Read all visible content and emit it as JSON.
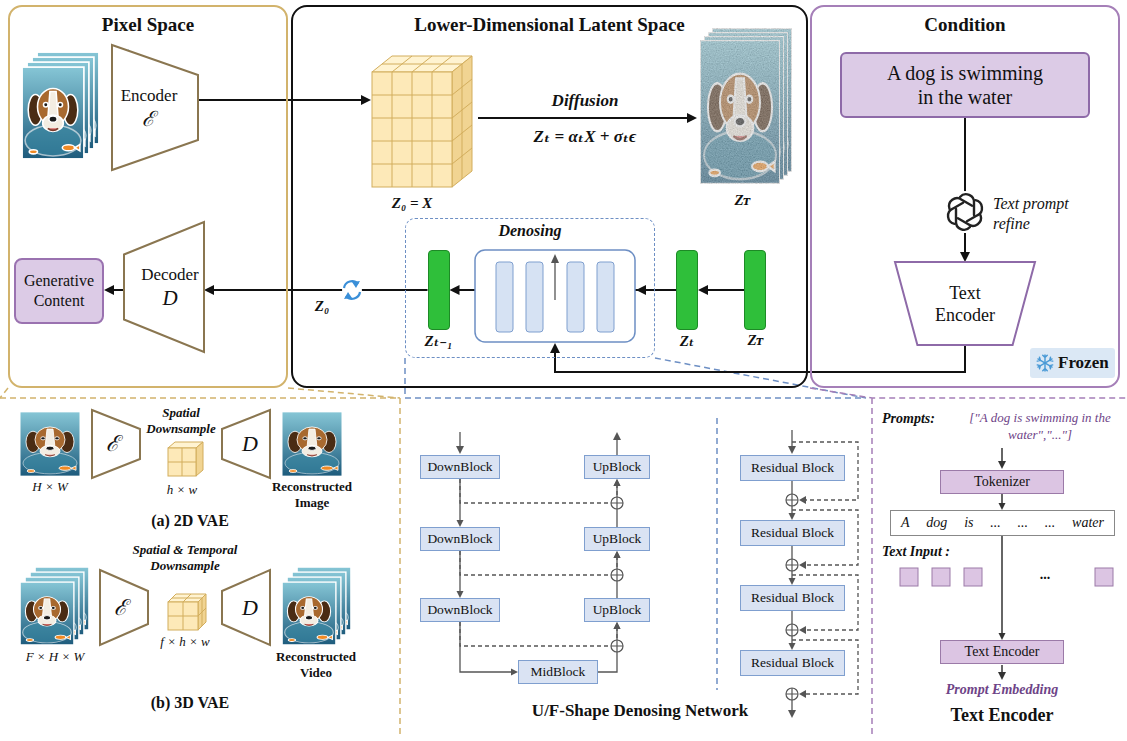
{
  "diagram": {
    "nodes": [
      {
        "text": [
          "Pixel Space"
        ]
      },
      {
        "text": [
          "Encoder",
          "ℰ"
        ],
        "in": 0
      },
      {
        "text": [
          "Decoder",
          "D"
        ],
        "in": 0
      },
      {
        "text": [
          "Generative Content"
        ],
        "in": 0
      },
      {
        "text": [
          "Lower-Dimensional Latent Space"
        ]
      },
      {
        "text": [
          "Denosing"
        ],
        "in": 4
      },
      {
        "text": [
          "Zₜ₋₁"
        ],
        "in": 5
      },
      {
        "text": [
          "Zₜ"
        ],
        "in": 4
      },
      {
        "text": [
          "Zᴛ"
        ],
        "in": 4
      },
      {
        "text": [
          "Condition"
        ]
      },
      {
        "text": [
          "A dog is swimming in the water"
        ],
        "in": 9
      },
      {
        "text": [
          "Text Encoder"
        ],
        "in": 9
      },
      {
        "text": [
          "ℰ"
        ]
      },
      {
        "text": [
          "D"
        ]
      },
      {
        "text": [
          "ℰ"
        ]
      },
      {
        "text": [
          "D"
        ]
      },
      {
        "text": [
          "DownBlock"
        ]
      },
      {
        "text": [
          "UpBlock"
        ]
      },
      {
        "text": [
          "DownBlock"
        ]
      },
      {
        "text": [
          "UpBlock"
        ]
      },
      {
        "text": [
          "DownBlock"
        ]
      },
      {
        "text": [
          "UpBlock"
        ]
      },
      {
        "text": [
          "MidBlock"
        ]
      },
      {
        "text": [
          "Residual Block"
        ]
      },
      {
        "text": [
          "Residual Block"
        ]
      },
      {
        "text": [
          "Residual Block"
        ]
      },
      {
        "text": [
          "Residual Block"
        ]
      },
      {
        "text": [
          "Tokenizer"
        ]
      },
      {
        "text": [
          "A",
          "dog",
          "is",
          "...",
          "...",
          "...",
          "water"
        ]
      },
      {
        "text": [
          "Text Encoder"
        ]
      }
    ],
    "edges": [
      {
        "from": 8,
        "to": 7,
        "arrow": "to"
      },
      {
        "from": 7,
        "to": 6,
        "arrow": "to"
      },
      {
        "from": 6,
        "to": 2,
        "arrow": "to",
        "label": "Z₀"
      },
      {
        "from": 2,
        "to": 3,
        "arrow": "to"
      },
      {
        "from": 10,
        "to": 11,
        "arrow": "to"
      },
      {
        "from": 16,
        "to": 18,
        "arrow": "to"
      },
      {
        "from": 18,
        "to": 20,
        "arrow": "to"
      },
      {
        "from": 20,
        "to": 22,
        "arrow": "to"
      },
      {
        "from": 22,
        "to": 21,
        "arrow": "to"
      },
      {
        "from": 21,
        "to": 19,
        "arrow": "to"
      },
      {
        "from": 19,
        "to": 17,
        "arrow": "to"
      },
      {
        "from": 16,
        "to": 17,
        "arrow": "to"
      },
      {
        "from": 18,
        "to": 19,
        "arrow": "to"
      },
      {
        "from": 20,
        "to": 21,
        "arrow": "to"
      },
      {
        "from": 23,
        "to": 24,
        "arrow": "to"
      },
      {
        "from": 24,
        "to": 25,
        "arrow": "to"
      },
      {
        "from": 25,
        "to": 26,
        "arrow": "to"
      },
      {
        "from": 27,
        "to": 28,
        "arrow": "to"
      },
      {
        "from": 28,
        "to": 29,
        "arrow": "to"
      }
    ],
    "labels": [
      "Diffusion",
      "Zₜ = αₜX + σₜϵ",
      "Z₀ = X",
      "Zᴛ",
      "Text prompt refine",
      "Spatial Downsample",
      "H × W",
      "h × w",
      "Reconstructed Image",
      "(a) 2D VAE",
      "Spatial & Temporal Downsample",
      "F × H × W",
      "f × h × w",
      "Reconstructed Video",
      "(b) 3D VAE",
      "U/F-Shape Denosing Network",
      "Prompts:",
      "[\"A dog is swimming in the water\",\"...\"]",
      "Text Input :",
      "...",
      "Prompt Embedding",
      "Text Encoder"
    ],
    "legend": [
      {
        "text": "Frozen"
      }
    ]
  }
}
